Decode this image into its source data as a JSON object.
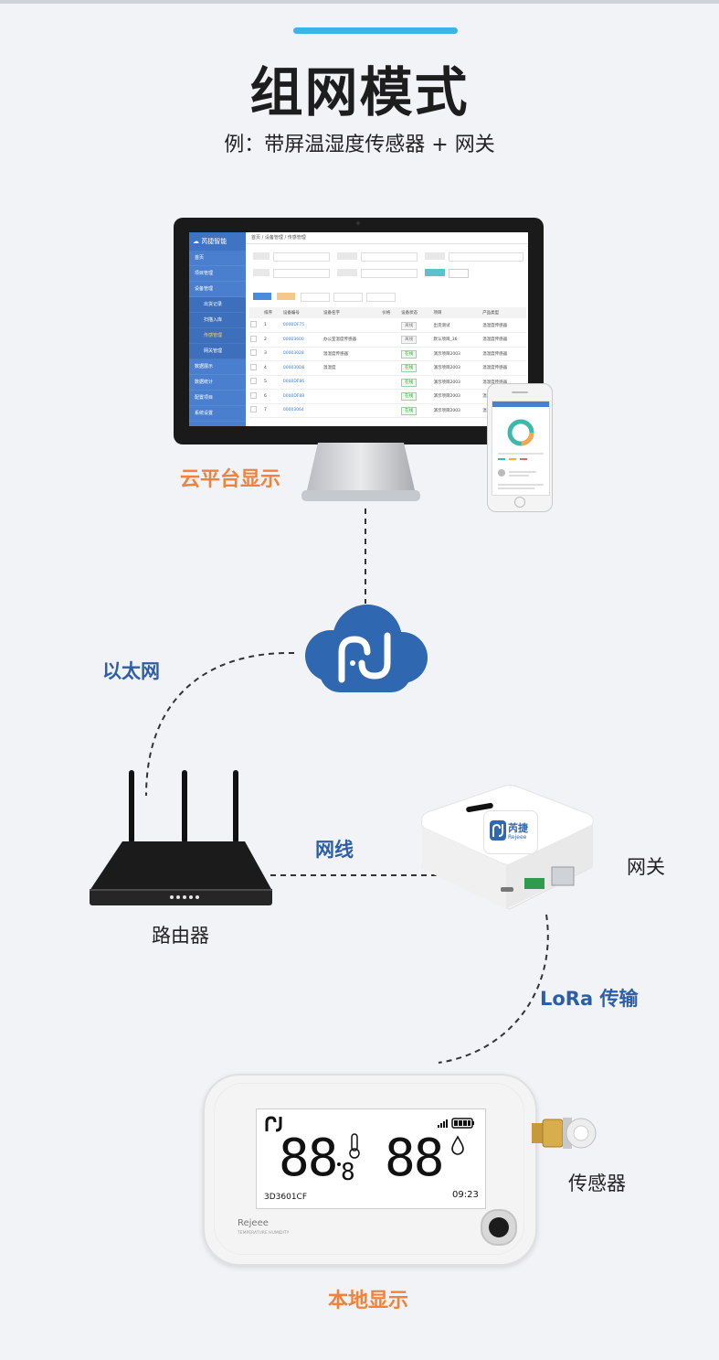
{
  "header": {
    "title": "组网模式",
    "subtitle": "例：带屏温湿度传感器 + 网关"
  },
  "labels": {
    "cloud_display": "云平台显示",
    "ethernet": "以太网",
    "network_cable": "网线",
    "gateway": "网关",
    "router": "路由器",
    "lora": "LoRa 传输",
    "sensor": "传感器",
    "local_display": "本地显示"
  },
  "monitor_screen": {
    "brand": "芮捷智能",
    "sidebar": [
      "首页",
      "项目管理",
      "设备管理",
      "出货记录",
      "扫描入库",
      "传感管理",
      "网关管理",
      "数据展示",
      "数据统计",
      "配置项目",
      "系统设置"
    ],
    "breadcrumb": "首页 / 设备管理 / 传感管理",
    "columns": [
      "排序",
      "设备编号",
      "设备名字",
      "价格",
      "设备状态",
      "项目",
      "产品类型"
    ],
    "rows": [
      [
        "1",
        "0000DF75",
        "",
        "",
        "离线",
        "出货测试",
        "温湿度传感器"
      ],
      [
        "2",
        "00003600",
        "办公室温度传感器",
        "",
        "离线",
        "默认项目_36",
        "温湿度传感器"
      ],
      [
        "3",
        "00003028",
        "温湿度传感器",
        "",
        "在线",
        "演示项目2003",
        "温湿度传感器"
      ],
      [
        "4",
        "000030D6",
        "温湿度",
        "",
        "在线",
        "演示项目2003",
        "温湿度传感器"
      ],
      [
        "5",
        "0000DF86",
        "",
        "",
        "在线",
        "演示项目2003",
        "温湿度传感器"
      ],
      [
        "6",
        "0000DF88",
        "",
        "",
        "在线",
        "演示项目2003",
        "温湿度传感器"
      ],
      [
        "7",
        "00003064",
        "",
        "",
        "在线",
        "演示项目2003",
        "温湿度传感器"
      ]
    ]
  },
  "gateway_device": {
    "logo_text": "芮捷",
    "logo_sub": "Rejeee"
  },
  "sensor_device": {
    "digits_left": "88",
    "digits_left_decimal": "8",
    "digits_right": "88",
    "device_id": "3D3601CF",
    "time": "09:23",
    "brand": "Rejeee",
    "brand_sub": "TEMPERATURE  HUMIDITY"
  },
  "colors": {
    "accent_bar": "#3bb4e6",
    "orange_label": "#f2813b",
    "blue_label": "#2d5ea8",
    "cloud": "#2f67b1",
    "sidebar": "#4a7fd0"
  }
}
